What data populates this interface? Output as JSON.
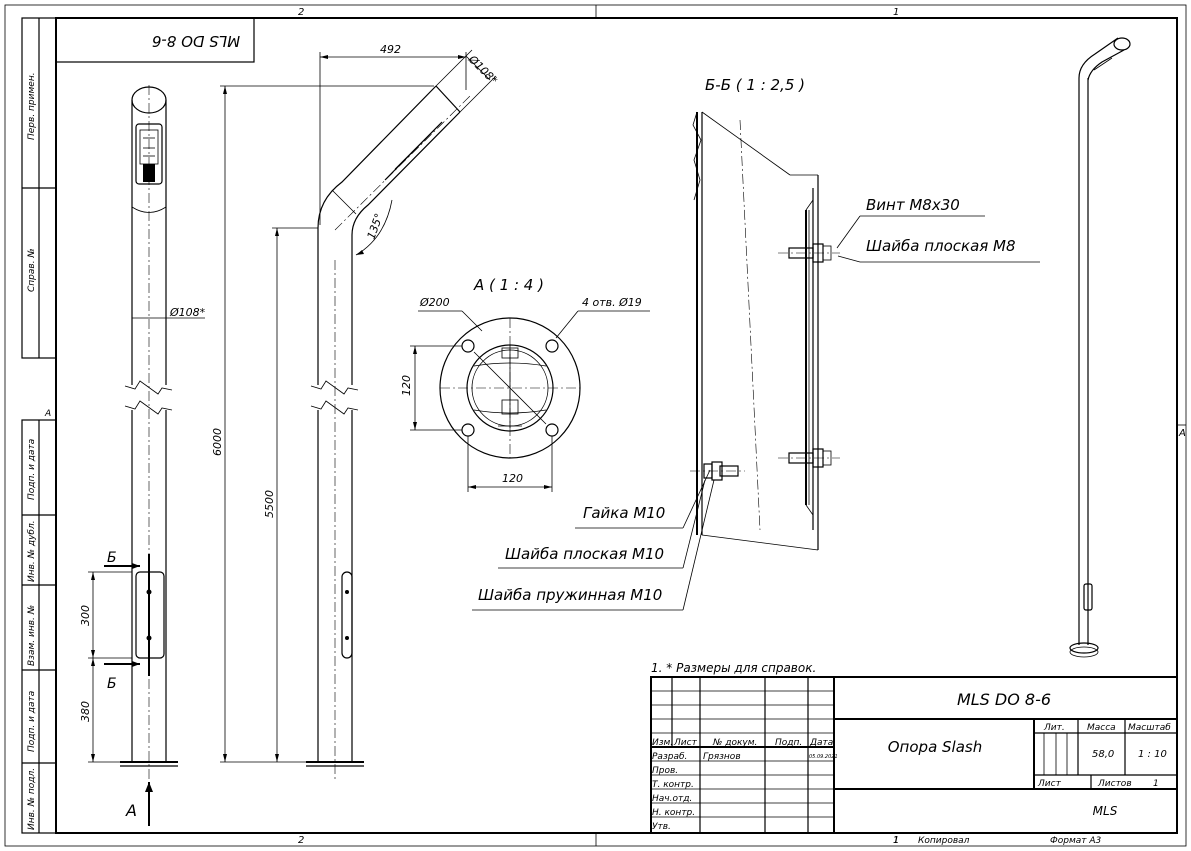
{
  "frame": {
    "zone_top_left": "2",
    "zone_top_right": "1",
    "zone_bottom_left": "2",
    "zone_bottom_right": "1",
    "zone_left": "A",
    "zone_right": "A"
  },
  "side_stamp": {
    "perv_primen": "Перв. примен.",
    "sprav_no": "Справ. №",
    "podp_data_1": "Подп. и дата",
    "inv_dubl": "Инв. № дубл.",
    "vzam_inv": "Взам. инв. №",
    "podp_data_2": "Подп. и дата",
    "inv_podl": "Инв. № подл."
  },
  "mirrored_code": "MLS DO 8-6",
  "front_view": {
    "diameter": "Ø108*",
    "dim_300": "300",
    "dim_380": "380",
    "section_mark_top": "Б",
    "section_mark_bottom": "Б",
    "view_arrow": "A"
  },
  "side_view": {
    "dim_492": "492",
    "dim_diam_top": "Ø108*",
    "angle": "135°",
    "dim_6000": "6000",
    "dim_5500": "5500"
  },
  "view_a": {
    "title": "A ( 1 : 4 )",
    "diam_200": "Ø200",
    "holes": "4 отв. Ø19",
    "dim_120_v": "120",
    "dim_120_h": "120"
  },
  "section_bb": {
    "title": "Б-Б ( 1 : 2,5 )",
    "vint": "Винт М8х30",
    "shaiba_m8": "Шайба плоская М8",
    "gaika": "Гайка М10",
    "shaiba_ploskaya": "Шайба плоская М10",
    "shaiba_pruzhinnaya": "Шайба пружинная М10"
  },
  "note": "1. * Размеры для справок.",
  "title_block": {
    "designation": "MLS DO 8-6",
    "name": "Опора Slash",
    "headers": {
      "izm": "Изм.",
      "list": "Лист",
      "dokum": "№ докум.",
      "podp": "Подп.",
      "data": "Дата"
    },
    "rows": [
      "Разраб.",
      "Пров.",
      "Т. контр.",
      "Нач.отд.",
      "Н. контр.",
      "Утв."
    ],
    "developer": "Грязнов",
    "date": "05.09.2021",
    "lit_label": "Лит.",
    "mass_label": "Масса",
    "scale_label": "Масштаб",
    "mass": "58,0",
    "scale": "1 : 10",
    "sheet_label": "Лист",
    "sheets_label": "Листов",
    "sheets": "1",
    "company": "MLS",
    "copied": "Копировал",
    "format": "Формат А3",
    "bottom_num": "1"
  }
}
